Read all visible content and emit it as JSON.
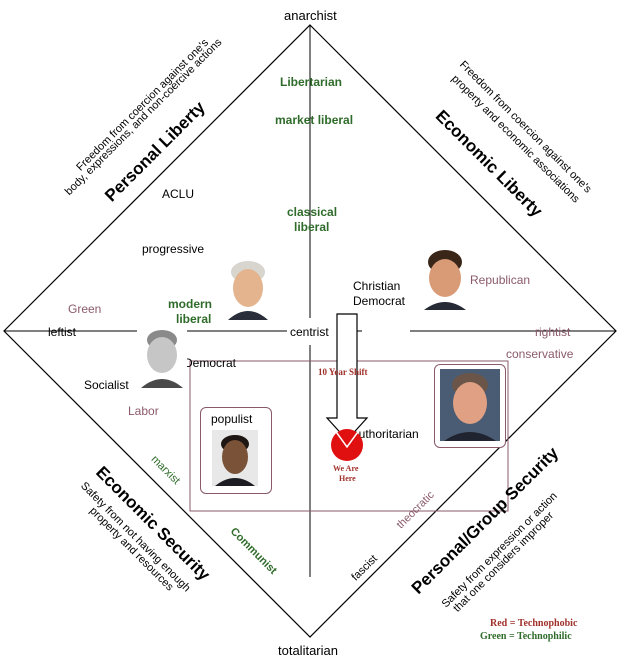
{
  "axes": {
    "top": "anarchist",
    "bottom": "totalitarian",
    "left": "leftist",
    "right": "rightist",
    "center": "centrist"
  },
  "quadrants": {
    "personal_liberty": {
      "title": "Personal Liberty",
      "desc_line1": "Freedom from coercion against one's",
      "desc_line2": "body, expressions, and non-coercive actions"
    },
    "economic_liberty": {
      "title": "Economic Liberty",
      "desc_line1": "Freedom from coercion against one's",
      "desc_line2": "property and economic associations"
    },
    "economic_security": {
      "title": "Economic Security",
      "desc_line1": "Safety from not having enough",
      "desc_line2": "property and resources"
    },
    "personal_group_security": {
      "title": "Personal/Group Security",
      "desc_line1": "Safety from expression or action",
      "desc_line2": "that one considers improper"
    }
  },
  "labels": {
    "libertarian": "Libertarian",
    "market_liberal": "market liberal",
    "classical_liberal_1": "classical",
    "classical_liberal_2": "liberal",
    "aclu": "ACLU",
    "progressive": "progressive",
    "green": "Green",
    "modern_liberal_1": "modern",
    "modern_liberal_2": "liberal",
    "christian_democrat_1": "Christian",
    "christian_democrat_2": "Democrat",
    "republican": "Republican",
    "conservative": "conservative",
    "democrat": "Democrat",
    "socialist": "Socialist",
    "labor": "Labor",
    "populist": "populist",
    "authoritarian": "authoritarian",
    "marxist": "marxist",
    "communist": "Communist",
    "theocratic": "theocratic",
    "fascist": "fascist",
    "ten_year_shift": "10 Year Shift",
    "we_are_here_1": "We Are",
    "we_are_here_2": "Here"
  },
  "legend": {
    "red": "Red = Technophobic",
    "green": "Green = Technophilic"
  },
  "colors": {
    "green_text": "#2f6b2a",
    "maroon_text": "#8a5a6a",
    "shift_red": "#a0302a",
    "marker_red": "#e01010"
  }
}
